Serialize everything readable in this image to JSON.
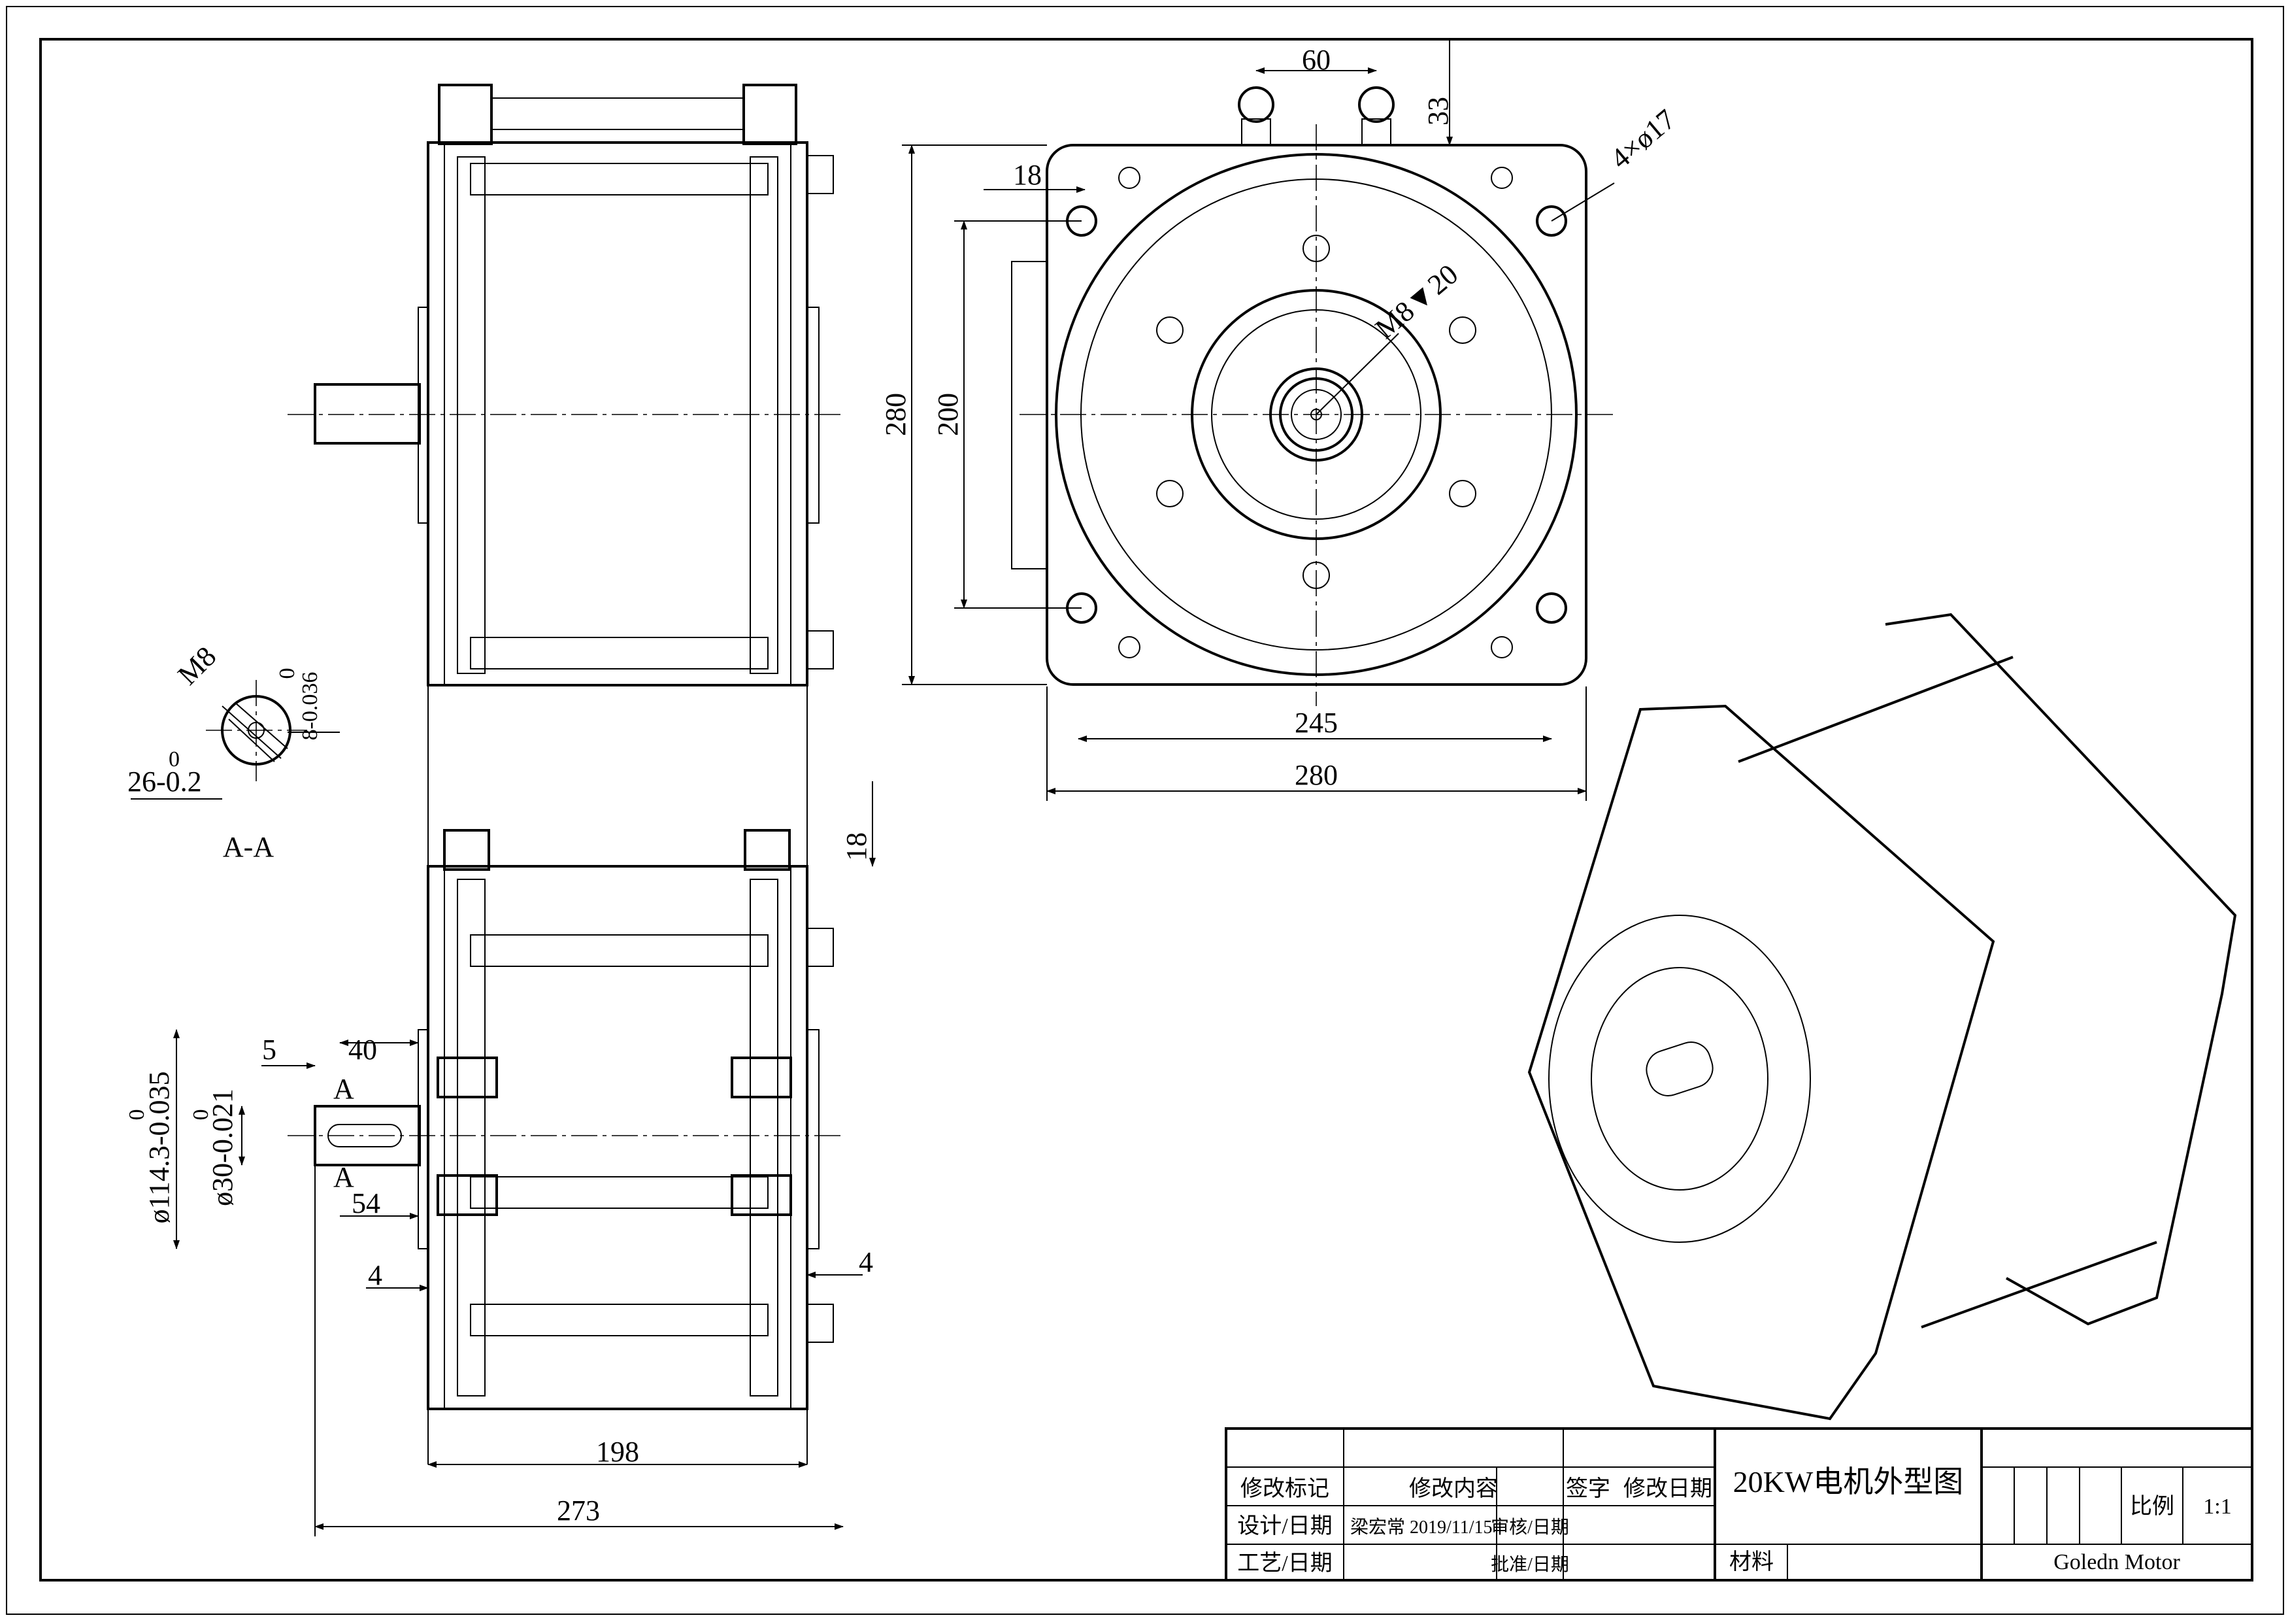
{
  "dimensions": {
    "side_top": {
      "width_198": "198",
      "width_273": "273"
    },
    "front": {
      "d60": "60",
      "d33": "33",
      "d18": "18",
      "hole": "4×ø17",
      "thread": "M8▼20",
      "h280": "280",
      "h200": "200",
      "w245": "245",
      "w280": "280"
    },
    "side_bottom": {
      "d18": "18",
      "d5": "5",
      "d40": "40",
      "d54": "54",
      "d4_left": "4",
      "d4_right": "4",
      "dia_flange": "ø114.3-0.035",
      "dia_flange_up": "0",
      "dia_shaft": "ø30-0.021",
      "dia_shaft_up": "0",
      "sec_a_top": "A",
      "sec_a_bot": "A"
    },
    "section": {
      "thread": "M8",
      "key": "8-0.036",
      "key_up": "0",
      "depth": "26-0.2",
      "depth_up": "0",
      "label": "A-A"
    }
  },
  "title_block": {
    "rev_mark": "修改标记",
    "rev_content": "修改内容",
    "sign": "签字",
    "rev_date": "修改日期",
    "design_date": "设计/日期",
    "designer": "梁宏常 2019/11/15",
    "review_date": "审核/日期",
    "process_date": "工艺/日期",
    "approve_date": "批准/日期",
    "drawing_title": "20KW电机外型图",
    "material": "材料",
    "scale_label": "比例",
    "scale_value": "1:1",
    "company": "Goledn Motor"
  }
}
